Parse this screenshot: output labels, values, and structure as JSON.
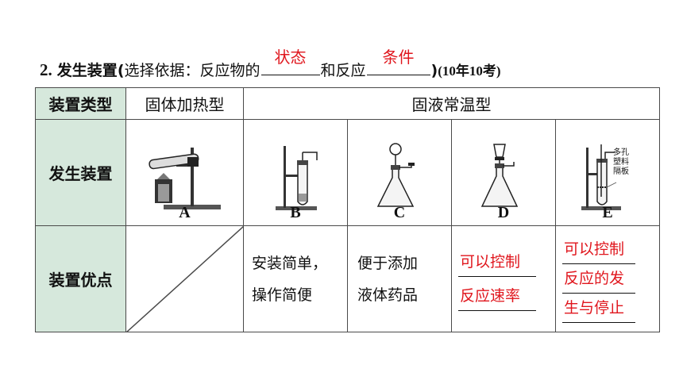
{
  "heading": {
    "number": "2.",
    "title": "发生装置",
    "open": "(",
    "basis_prefix": "选择依据：反应物的",
    "answer1": "状态",
    "middle": "和反应",
    "answer2": "条件",
    "close": ")",
    "exam_note": "(10年10考)"
  },
  "table": {
    "row_headers": [
      "装置类型",
      "发生装置",
      "装置优点"
    ],
    "types": {
      "solid_heating": "固体加热型",
      "solid_liquid": "固液常温型"
    },
    "apparatus_labels": [
      "A",
      "B",
      "C",
      "D",
      "E"
    ],
    "apparatus_e_note": [
      "多孔",
      "塑料",
      "隔板"
    ],
    "advantages": {
      "B": [
        "安装简单，",
        "操作简便"
      ],
      "C": [
        "便于添加",
        "液体药品"
      ],
      "D": [
        "可以控制",
        "反应速率"
      ],
      "E": [
        "可以控制",
        "反应的发",
        "生与停止"
      ]
    }
  }
}
